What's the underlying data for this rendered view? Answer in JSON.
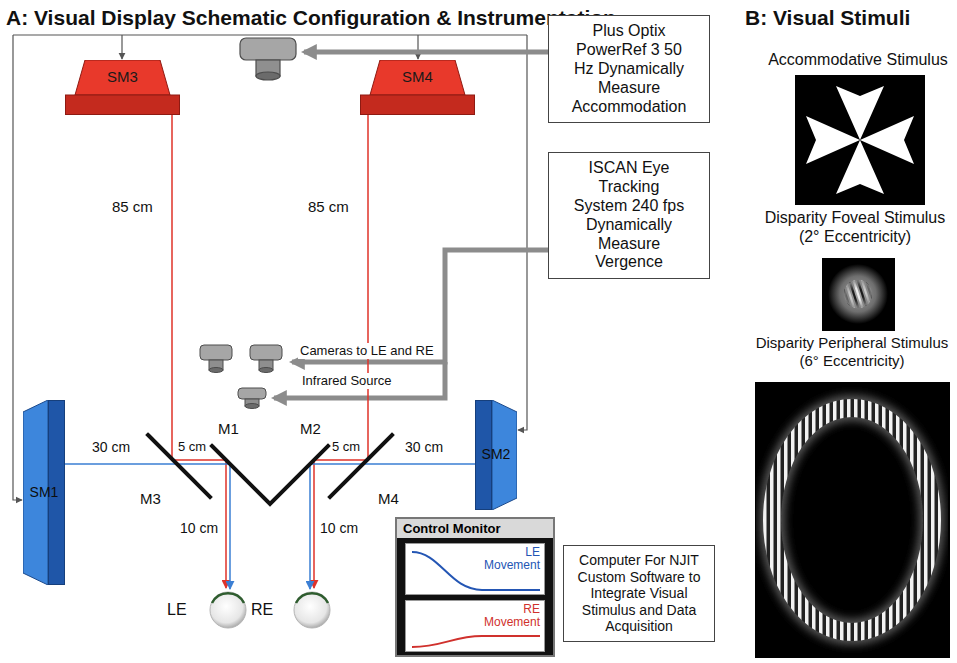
{
  "diagram": {
    "title": "A: Visual Display Schematic Configuration & Instrumentation",
    "nodes": [
      {
        "text": [
          "SM3"
        ]
      },
      {
        "text": [
          "SM4"
        ]
      },
      {
        "text": [
          "Plus Optix PowerRef 3 50 Hz Dynamically Measure Accommodation"
        ]
      },
      {
        "text": [
          "ISCAN Eye Tracking System 240 fps Dynamically Measure Vergence"
        ]
      },
      {
        "text": [
          "SM1"
        ]
      },
      {
        "text": [
          "SM2"
        ]
      },
      {
        "text": [
          "LE"
        ]
      },
      {
        "text": [
          "RE"
        ]
      },
      {
        "text": [
          "Control Monitor"
        ]
      },
      {
        "text": [
          "LE Movement"
        ],
        "in": 8
      },
      {
        "text": [
          "RE Movement"
        ],
        "in": 8
      },
      {
        "text": [
          "Computer For NJIT Custom Software to Integrate Visual Stimulus and Data Acquisition"
        ]
      }
    ],
    "labels": [
      "85 cm",
      "85 cm",
      "Cameras to LE and RE",
      "Infrared Source",
      "M1",
      "M2",
      "5 cm",
      "5 cm",
      "30 cm",
      "30 cm",
      "M3",
      "M4",
      "10 cm",
      "10 cm",
      "B: Visual Stimuli",
      "Accommodative Stimulus",
      "Disparity Foveal Stimulus (2° Eccentricity)",
      "Disparity Peripheral Stimulus (6° Eccentricity)"
    ]
  }
}
